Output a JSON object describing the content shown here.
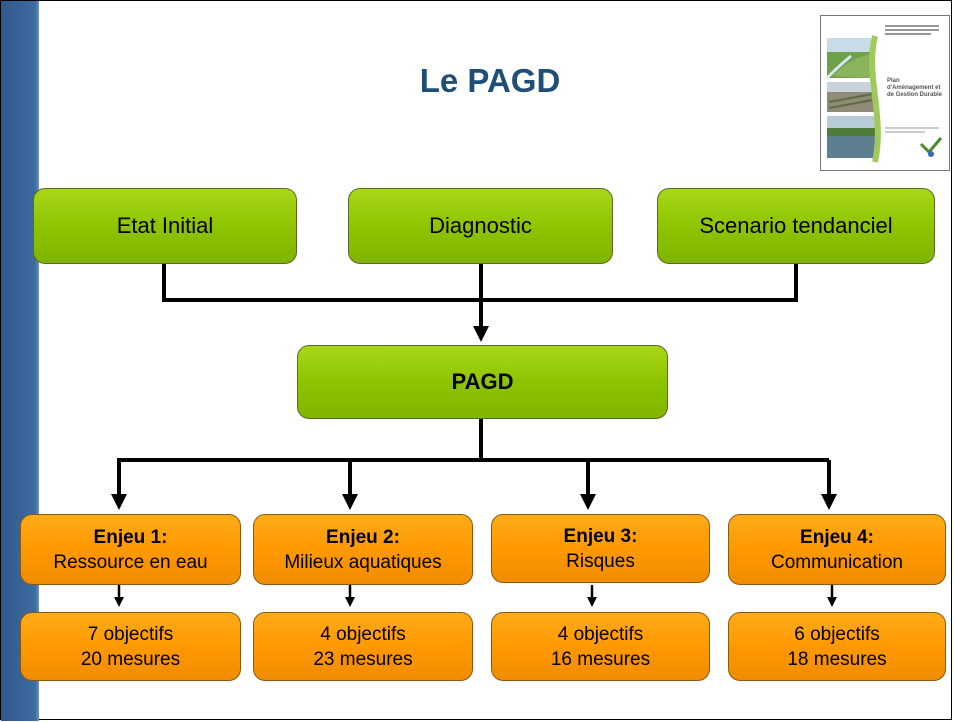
{
  "slide": {
    "title": "Le PAGD",
    "top_row": [
      {
        "label": "Etat Initial"
      },
      {
        "label": "Diagnostic"
      },
      {
        "label": "Scenario tendanciel"
      }
    ],
    "central": {
      "label": "PAGD"
    },
    "enjeux": [
      {
        "title": "Enjeu 1:",
        "subtitle": "Ressource en eau",
        "objectifs": "7 objectifs",
        "mesures": "20 mesures"
      },
      {
        "title": "Enjeu 2:",
        "subtitle": "Milieux aquatiques",
        "objectifs": "4 objectifs",
        "mesures": "23 mesures"
      },
      {
        "title": "Enjeu 3:",
        "subtitle": "Risques",
        "objectifs": "4 objectifs",
        "mesures": "16 mesures"
      },
      {
        "title": "Enjeu 4:",
        "subtitle": "Communication",
        "objectifs": "6 objectifs",
        "mesures": "18 mesures"
      }
    ]
  },
  "cover_thumbnail": {
    "heading": "Plan d'Aménagement et de Gestion Durable"
  },
  "colors": {
    "sidebar": "#3b6496",
    "title": "#1f4e79",
    "green_box": "#8fc400",
    "orange_box": "#ff9900",
    "connector": "#000000"
  }
}
